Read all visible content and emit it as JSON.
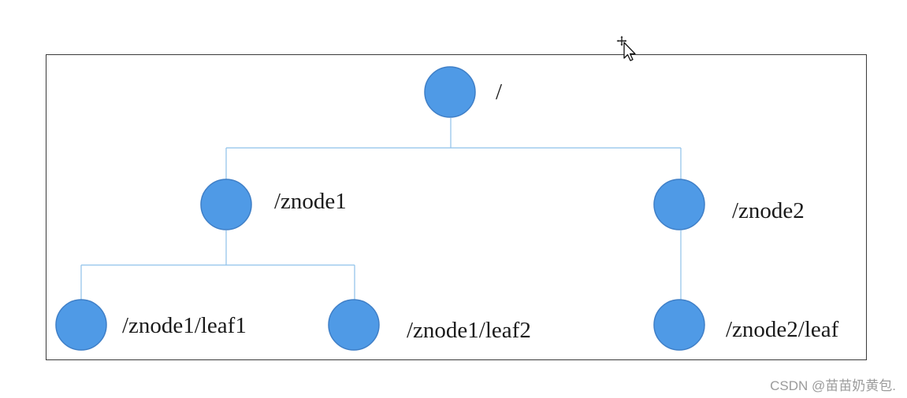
{
  "diagram": {
    "nodes": {
      "root": {
        "label": "/"
      },
      "znode1": {
        "label": "/znode1"
      },
      "znode2": {
        "label": "/znode2"
      },
      "leaf1": {
        "label": "/znode1/leaf1"
      },
      "leaf2": {
        "label": "/znode1/leaf2"
      },
      "leaf3": {
        "label": "/znode2/leaf"
      }
    },
    "edges": [
      [
        "root",
        "znode1"
      ],
      [
        "root",
        "znode2"
      ],
      [
        "znode1",
        "leaf1"
      ],
      [
        "znode1",
        "leaf2"
      ],
      [
        "znode2",
        "leaf3"
      ]
    ],
    "node_color": "#4f9ae6",
    "node_border": "#3f7fc7",
    "edge_color": "#8ec0ea"
  },
  "watermark": "CSDN @苗苗奶黄包.",
  "cursor": {
    "icon": "move-cursor-icon"
  }
}
